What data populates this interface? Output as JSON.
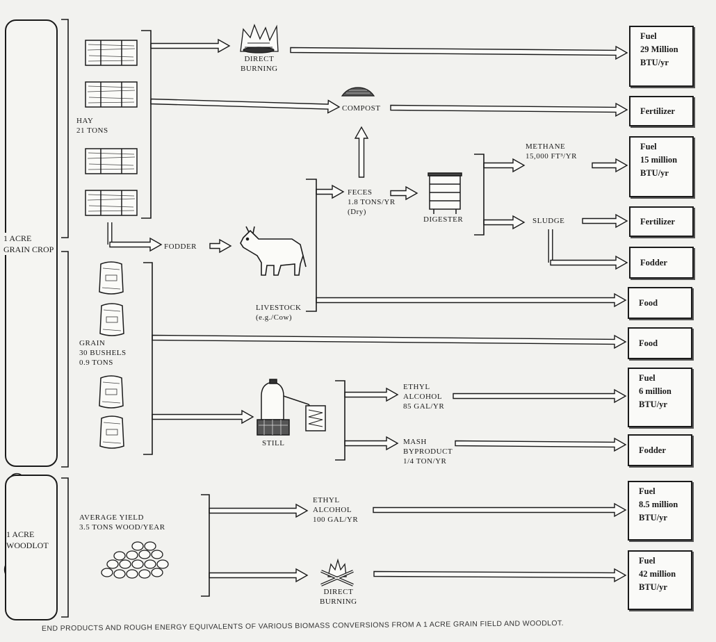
{
  "sources": {
    "grain_crop": "1 ACRE\nGRAIN CROP",
    "woodlot": "1 ACRE\nWOODLOT"
  },
  "labels": {
    "hay": "HAY\n21 TONS",
    "grain": "GRAIN\n30 BUSHELS\n0.9 TONS",
    "direct_burning_1": "DIRECT\nBURNING",
    "compost": "COMPOST",
    "fodder_step": "FODDER",
    "feces": "FECES\n1.8 TONS/YR\n(Dry)",
    "digester": "DIGESTER",
    "methane": "METHANE\n15,000 FT³/YR",
    "sludge": "SLUDGE",
    "livestock": "LIVESTOCK\n(e.g./Cow)",
    "still": "STILL",
    "ethyl_alcohol_1": "ETHYL\nALCOHOL\n85 GAL/YR",
    "mash": "MASH\nBYPRODUCT\n1/4 TON/YR",
    "average_yield": "AVERAGE YIELD\n3.5 TONS WOOD/YEAR",
    "ethyl_alcohol_2": "ETHYL\nALCOHOL\n100 GAL/YR",
    "direct_burning_2": "DIRECT\nBURNING"
  },
  "outputs": {
    "fuel_hay": "Fuel\n29 Million\nBTU/yr",
    "fertilizer_compost": "Fertilizer",
    "fuel_methane": "Fuel\n15 million\nBTU/yr",
    "fertilizer_sludge": "Fertilizer",
    "fodder_sludge": "Fodder",
    "food_livestock": "Food",
    "food_grain": "Food",
    "fuel_ethanol": "Fuel\n6 million\nBTU/yr",
    "fodder_mash": "Fodder",
    "fuel_wood_ethanol": "Fuel\n8.5 million\nBTU/yr",
    "fuel_wood_burning": "Fuel\n42 million\nBTU/yr"
  },
  "caption": "END PRODUCTS AND ROUGH ENERGY EQUIVALENTS OF VARIOUS BIOMASS CONVERSIONS FROM A 1 ACRE GRAIN FIELD AND WOODLOT."
}
